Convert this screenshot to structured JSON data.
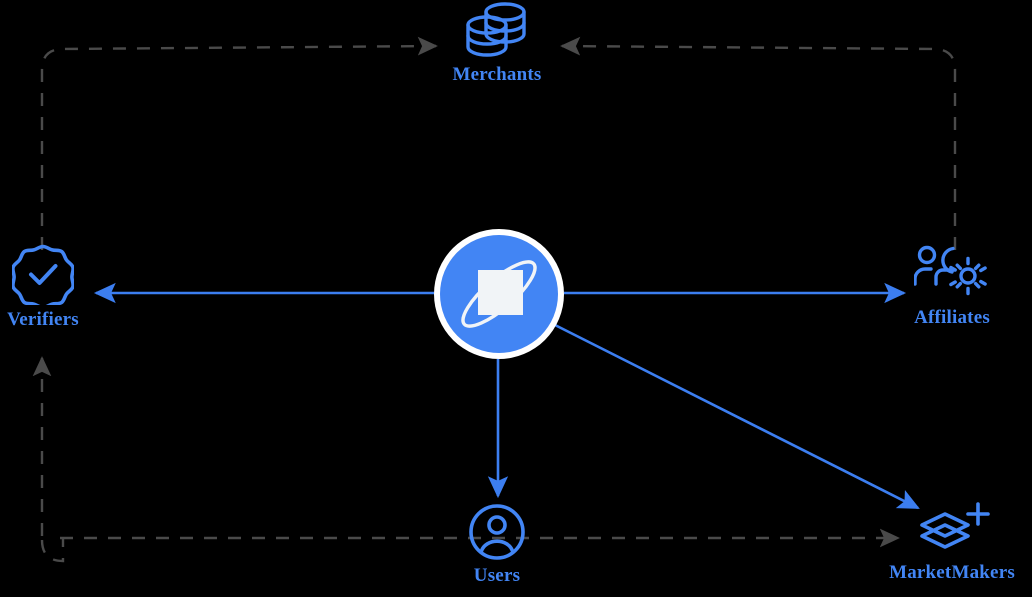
{
  "diagram": {
    "title": "Ecosystem participants diagram",
    "background_color": "#000000",
    "accent_color": "#4285f4",
    "dashed_color": "#4a4a4a",
    "hub_inner_color": "#f1f4f7",
    "label_color": "#4285f4"
  },
  "hub": {
    "name": "central-platform-logo",
    "icon": "orbit-square-logo",
    "label": ""
  },
  "nodes": [
    {
      "id": "merchants",
      "label": "Merchants",
      "icon": "coin-stack-icon",
      "position": "top"
    },
    {
      "id": "verifiers",
      "label": "Verifiers",
      "icon": "verified-badge-check-icon",
      "position": "left"
    },
    {
      "id": "affiliates",
      "label": "Affiliates",
      "icon": "users-gear-icon",
      "position": "right"
    },
    {
      "id": "users",
      "label": "Users",
      "icon": "user-circle-icon",
      "position": "bottom"
    },
    {
      "id": "marketmakers",
      "label": "MarketMakers",
      "icon": "layers-plus-icon",
      "position": "bottom-right"
    }
  ],
  "edges": [
    {
      "id": "hub-to-verifiers",
      "from": "hub",
      "to": "verifiers",
      "style": "solid",
      "color": "#3c7ef0"
    },
    {
      "id": "hub-to-affiliates",
      "from": "hub",
      "to": "affiliates",
      "style": "solid",
      "color": "#3c7ef0"
    },
    {
      "id": "hub-to-users",
      "from": "hub",
      "to": "users",
      "style": "solid",
      "color": "#3c7ef0"
    },
    {
      "id": "hub-to-marketmakers",
      "from": "hub",
      "to": "marketmakers",
      "style": "solid",
      "color": "#3c7ef0"
    },
    {
      "id": "verifiers-to-merchants",
      "from": "verifiers",
      "to": "merchants",
      "style": "dashed",
      "color": "#4a4a4a"
    },
    {
      "id": "marketmakers-to-merchants",
      "from": "marketmakers",
      "to": "merchants",
      "style": "dashed",
      "color": "#4a4a4a"
    },
    {
      "id": "users-to-marketmakers",
      "from": "users",
      "to": "marketmakers",
      "style": "dashed",
      "color": "#4a4a4a"
    },
    {
      "id": "loop-to-verifiers",
      "from": "bottom-loop",
      "to": "verifiers",
      "style": "dashed",
      "color": "#4a4a4a"
    }
  ]
}
